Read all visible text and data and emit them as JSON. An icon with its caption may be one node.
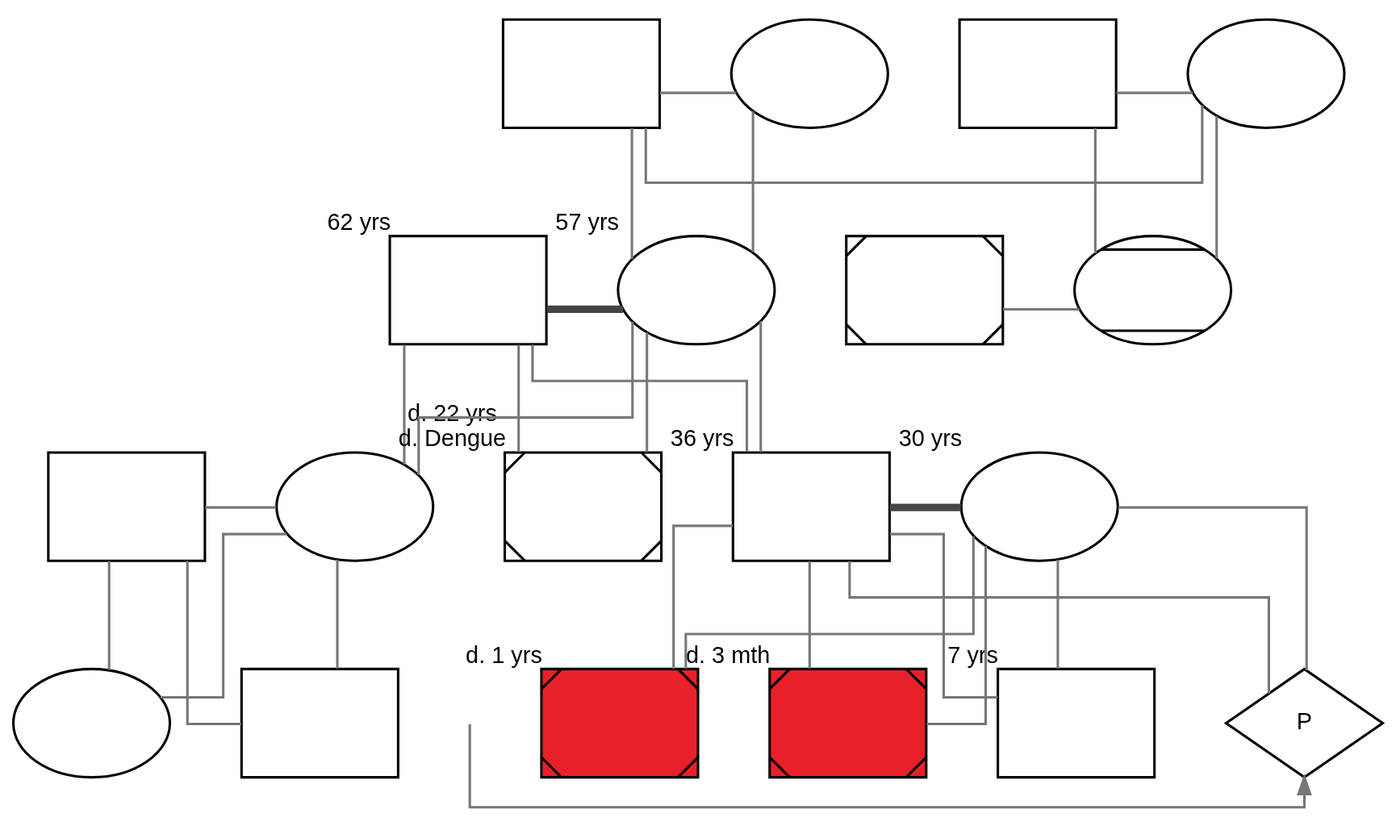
{
  "diagram": {
    "nodes": [
      {
        "text": [],
        "shape": "box"
      },
      {
        "text": [],
        "shape": "circle"
      },
      {
        "text": [],
        "shape": "box"
      },
      {
        "text": [],
        "shape": "circle"
      },
      {
        "text": [],
        "shape": "box",
        "beside": [
          "62 yrs"
        ]
      },
      {
        "text": [],
        "shape": "circle",
        "beside": [
          "57 yrs"
        ]
      },
      {
        "text": [],
        "shape": "box"
      },
      {
        "text": [],
        "shape": "circle"
      },
      {
        "text": [],
        "shape": "box"
      },
      {
        "text": [],
        "shape": "circle"
      },
      {
        "text": [],
        "shape": "box",
        "beside": [
          "d. 22 yrs",
          "d. Dengue"
        ]
      },
      {
        "text": [],
        "shape": "box",
        "beside": [
          "36 yrs"
        ]
      },
      {
        "text": [],
        "shape": "circle",
        "beside": [
          "30 yrs"
        ]
      },
      {
        "text": [],
        "shape": "circle"
      },
      {
        "text": [],
        "shape": "box"
      },
      {
        "text": [],
        "shape": "box",
        "beside": [
          "d. 1 yrs"
        ]
      },
      {
        "text": [],
        "shape": "box",
        "beside": [
          "d. 3 mth"
        ]
      },
      {
        "text": [],
        "shape": "box",
        "beside": [
          "7 yrs"
        ]
      },
      {
        "text": [
          "P"
        ]
      }
    ],
    "edges": [
      {
        "from": 0,
        "to": 3,
        "arrow": "none"
      },
      {
        "from": 0,
        "to": 1,
        "arrow": "none"
      },
      {
        "from": 2,
        "to": 3,
        "arrow": "none"
      },
      {
        "from": 0,
        "to": 5,
        "arrow": "none"
      },
      {
        "from": 1,
        "to": 5,
        "arrow": "none"
      },
      {
        "from": 2,
        "to": 7,
        "arrow": "none"
      },
      {
        "from": 3,
        "to": 7,
        "arrow": "none"
      },
      {
        "from": 4,
        "to": 5,
        "arrow": "none",
        "style": "thick"
      },
      {
        "from": 6,
        "to": 7,
        "arrow": "none"
      },
      {
        "from": 4,
        "to": 9,
        "arrow": "none"
      },
      {
        "from": 5,
        "to": 9,
        "arrow": "none"
      },
      {
        "from": 4,
        "to": 10,
        "arrow": "none"
      },
      {
        "from": 5,
        "to": 10,
        "arrow": "none"
      },
      {
        "from": 4,
        "to": 11,
        "arrow": "none"
      },
      {
        "from": 5,
        "to": 11,
        "arrow": "none"
      },
      {
        "from": 8,
        "to": 9,
        "arrow": "none"
      },
      {
        "from": 11,
        "to": 12,
        "arrow": "none",
        "style": "thick"
      },
      {
        "from": 8,
        "to": 13,
        "arrow": "none"
      },
      {
        "from": 9,
        "to": 13,
        "arrow": "none"
      },
      {
        "from": 8,
        "to": 14,
        "arrow": "none"
      },
      {
        "from": 9,
        "to": 14,
        "arrow": "none"
      },
      {
        "from": 11,
        "to": 15,
        "arrow": "none"
      },
      {
        "from": 12,
        "to": 15,
        "arrow": "none"
      },
      {
        "from": 11,
        "to": 16,
        "arrow": "none"
      },
      {
        "from": 12,
        "to": 16,
        "arrow": "none"
      },
      {
        "from": 11,
        "to": 17,
        "arrow": "none"
      },
      {
        "from": 12,
        "to": 17,
        "arrow": "none"
      },
      {
        "from": 11,
        "to": 18,
        "arrow": "none"
      },
      {
        "from": 12,
        "to": 18,
        "arrow": "none"
      },
      {
        "from": null,
        "to": 18,
        "arrow": "to"
      }
    ]
  }
}
